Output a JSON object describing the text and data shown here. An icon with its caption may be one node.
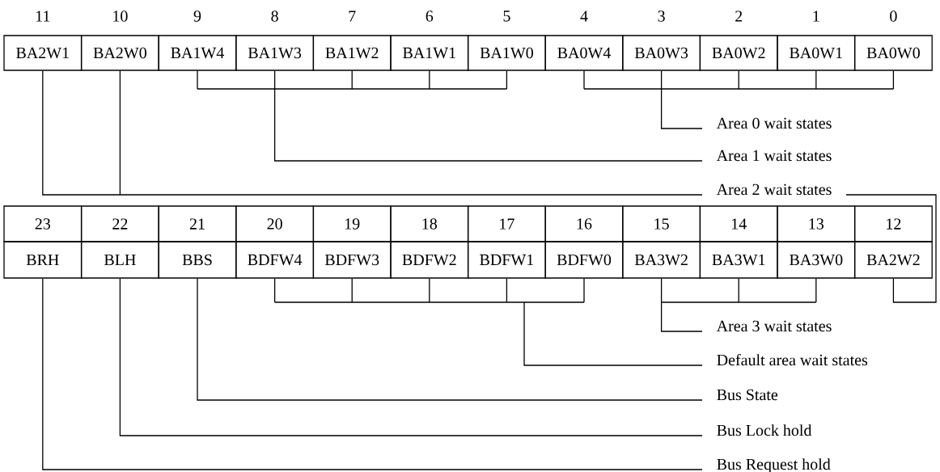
{
  "diagram": {
    "nodes": [
      {
        "text": [
          "11",
          "BA2W1"
        ]
      },
      {
        "text": [
          "10",
          "BA2W0"
        ]
      },
      {
        "text": [
          "9",
          "BA1W4"
        ]
      },
      {
        "text": [
          "8",
          "BA1W3"
        ]
      },
      {
        "text": [
          "7",
          "BA1W2"
        ]
      },
      {
        "text": [
          "6",
          "BA1W1"
        ]
      },
      {
        "text": [
          "5",
          "BA1W0"
        ]
      },
      {
        "text": [
          "4",
          "BA0W4"
        ]
      },
      {
        "text": [
          "3",
          "BA0W3"
        ]
      },
      {
        "text": [
          "2",
          "BA0W2"
        ]
      },
      {
        "text": [
          "1",
          "BA0W1"
        ]
      },
      {
        "text": [
          "0",
          "BA0W0"
        ]
      },
      {
        "text": [
          "Area 0 wait states"
        ]
      },
      {
        "text": [
          "Area 1 wait states"
        ]
      },
      {
        "text": [
          "Area 2 wait states"
        ]
      },
      {
        "text": [
          "23",
          "BRH"
        ]
      },
      {
        "text": [
          "22",
          "BLH"
        ]
      },
      {
        "text": [
          "21",
          "BBS"
        ]
      },
      {
        "text": [
          "20",
          "BDFW4"
        ]
      },
      {
        "text": [
          "19",
          "BDFW3"
        ]
      },
      {
        "text": [
          "18",
          "BDFW2"
        ]
      },
      {
        "text": [
          "17",
          "BDFW1"
        ]
      },
      {
        "text": [
          "16",
          "BDFW0"
        ]
      },
      {
        "text": [
          "15",
          "BA3W2"
        ]
      },
      {
        "text": [
          "14",
          "BA3W1"
        ]
      },
      {
        "text": [
          "13",
          "BA3W0"
        ]
      },
      {
        "text": [
          "12",
          "BA2W2"
        ]
      },
      {
        "text": [
          "Area 3 wait states"
        ]
      },
      {
        "text": [
          "Default area wait states"
        ]
      },
      {
        "text": [
          "Bus State"
        ]
      },
      {
        "text": [
          "Bus Lock hold"
        ]
      },
      {
        "text": [
          "Bus Request hold"
        ]
      }
    ],
    "edges": [
      {
        "from": 7,
        "to": 12,
        "arrow": "none"
      },
      {
        "from": 8,
        "to": 12,
        "arrow": "none"
      },
      {
        "from": 9,
        "to": 12,
        "arrow": "none"
      },
      {
        "from": 10,
        "to": 12,
        "arrow": "none"
      },
      {
        "from": 11,
        "to": 12,
        "arrow": "none"
      },
      {
        "from": 2,
        "to": 13,
        "arrow": "none"
      },
      {
        "from": 3,
        "to": 13,
        "arrow": "none"
      },
      {
        "from": 4,
        "to": 13,
        "arrow": "none"
      },
      {
        "from": 5,
        "to": 13,
        "arrow": "none"
      },
      {
        "from": 6,
        "to": 13,
        "arrow": "none"
      },
      {
        "from": 0,
        "to": 14,
        "arrow": "none"
      },
      {
        "from": 1,
        "to": 14,
        "arrow": "none"
      },
      {
        "from": 26,
        "to": 14,
        "arrow": "none"
      },
      {
        "from": 23,
        "to": 27,
        "arrow": "none"
      },
      {
        "from": 24,
        "to": 27,
        "arrow": "none"
      },
      {
        "from": 25,
        "to": 27,
        "arrow": "none"
      },
      {
        "from": 18,
        "to": 28,
        "arrow": "none"
      },
      {
        "from": 19,
        "to": 28,
        "arrow": "none"
      },
      {
        "from": 20,
        "to": 28,
        "arrow": "none"
      },
      {
        "from": 21,
        "to": 28,
        "arrow": "none"
      },
      {
        "from": 22,
        "to": 28,
        "arrow": "none"
      },
      {
        "from": 17,
        "to": 29,
        "arrow": "none"
      },
      {
        "from": 16,
        "to": 30,
        "arrow": "none"
      },
      {
        "from": 15,
        "to": 31,
        "arrow": "none"
      }
    ]
  }
}
